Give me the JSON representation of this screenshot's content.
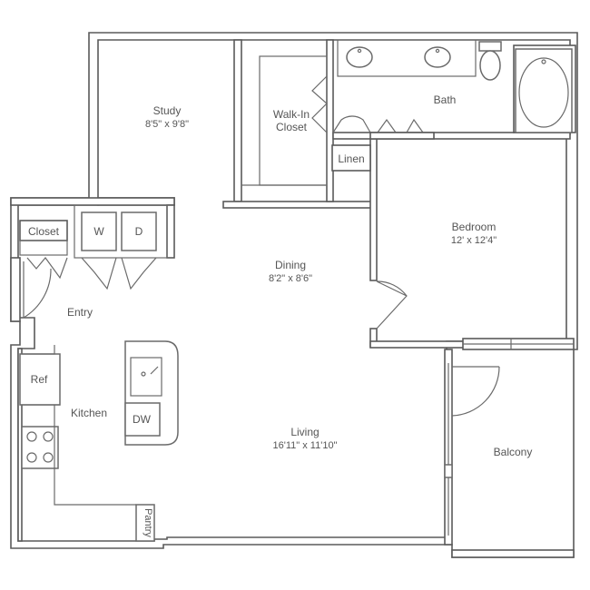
{
  "rooms": {
    "study": {
      "name": "Study",
      "dims": "8'5\" x 9'8\""
    },
    "walkin": {
      "line1": "Walk-In",
      "line2": "Closet"
    },
    "bath": {
      "name": "Bath"
    },
    "linen": {
      "name": "Linen"
    },
    "closet": {
      "name": "Closet"
    },
    "washer": {
      "name": "W"
    },
    "dryer": {
      "name": "D"
    },
    "dining": {
      "name": "Dining",
      "dims": "8'2\" x 8'6\""
    },
    "bedroom": {
      "name": "Bedroom",
      "dims": "12' x 12'4\""
    },
    "entry": {
      "name": "Entry"
    },
    "ref": {
      "name": "Ref"
    },
    "kitchen": {
      "name": "Kitchen"
    },
    "dw": {
      "name": "DW"
    },
    "living": {
      "name": "Living",
      "dims": "16'11\" x 11'10\""
    },
    "balcony": {
      "name": "Balcony"
    },
    "pantry": {
      "name": "Pantry"
    }
  },
  "colors": {
    "wall": "#5a5a5a",
    "text": "#555555",
    "background": "#ffffff"
  }
}
